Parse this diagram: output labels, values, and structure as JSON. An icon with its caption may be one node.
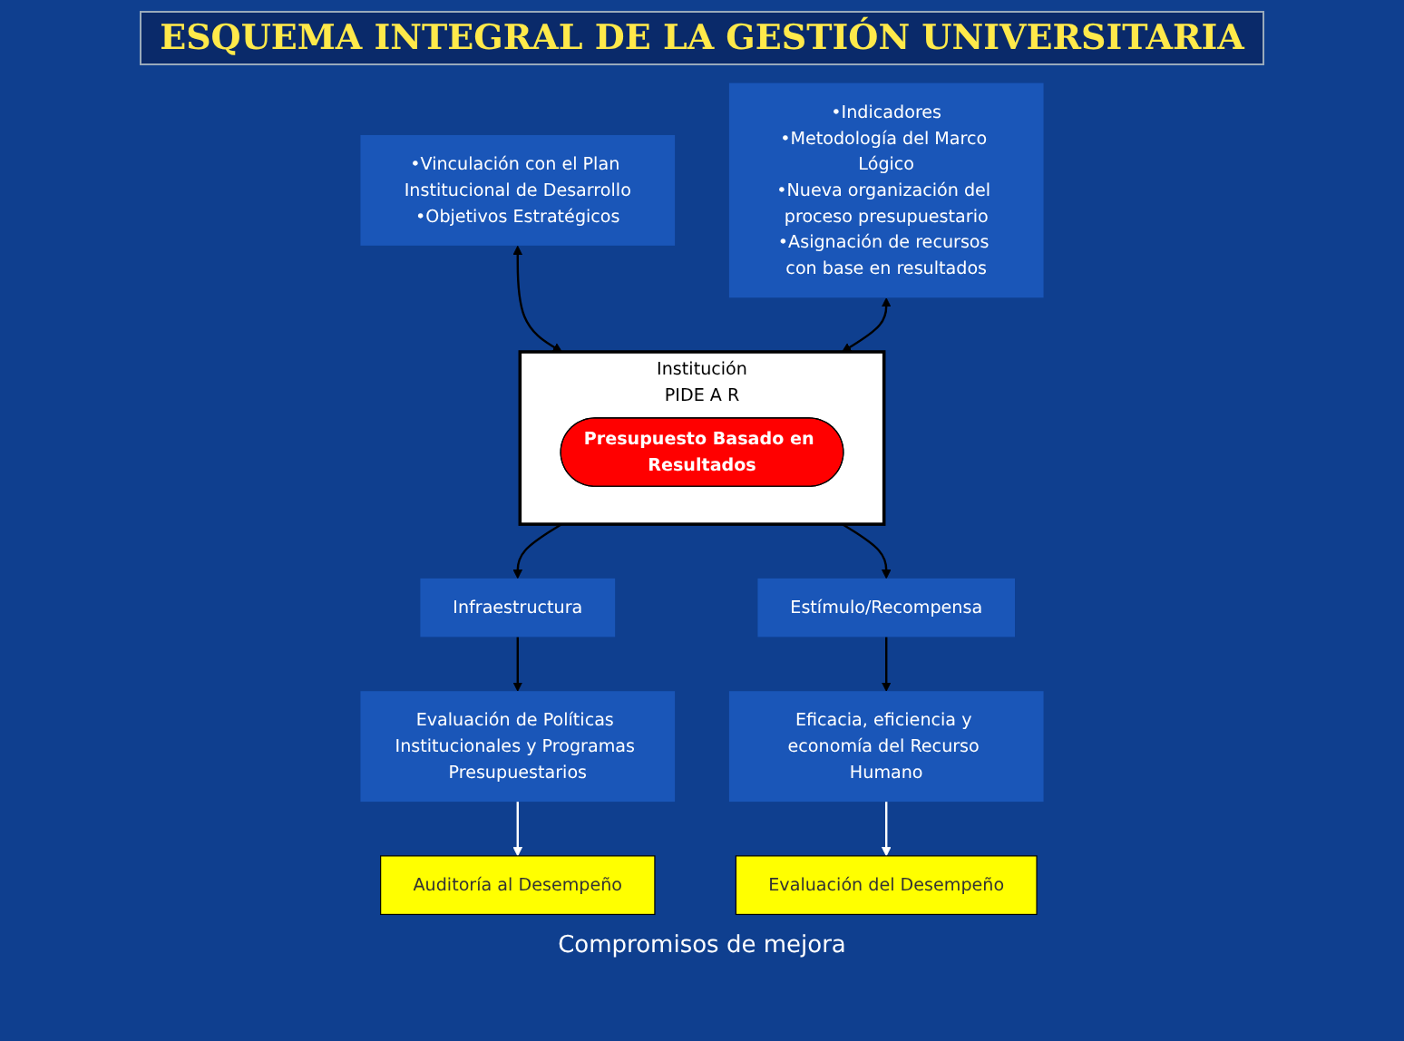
{
  "diagram": {
    "title": "ESQUEMA INTEGRAL DE LA GESTIÓN UNIVERSITARIA",
    "nodes": [
      {
        "text": [
          "•Vinculación con el Plan Institucional de Desarrollo",
          "•Objetivos Estratégicos"
        ]
      },
      {
        "text": [
          "Institución",
          "PIDE A R"
        ]
      },
      {
        "text": [
          "Presupuesto Basado en Resultados"
        ],
        "in": 1
      },
      {
        "text": [
          "•Indicadores",
          "•Metodología del Marco Lógico",
          "•Nueva organización del proceso presupuestario",
          "•Asignación de recursos con base en resultados"
        ]
      },
      {
        "text": [
          "Infraestructura"
        ]
      },
      {
        "text": [
          "Estímulo/Recompensa"
        ]
      },
      {
        "text": [
          "Auditoría al Desempeño"
        ]
      },
      {
        "text": [
          "Evaluación del Desempeño"
        ]
      },
      {
        "text": [
          "Evaluación de Políticas Institucionales y Programas Presupuestarios"
        ]
      },
      {
        "text": [
          "Eficacia, eficiencia y economía del Recurso Humano"
        ]
      }
    ],
    "edges": [
      {
        "from": 0,
        "to": 1,
        "arrow": "both"
      },
      {
        "from": 3,
        "to": 1,
        "arrow": "both"
      },
      {
        "from": 1,
        "to": 4,
        "arrow": "to"
      },
      {
        "from": 1,
        "to": 5,
        "arrow": "to"
      },
      {
        "from": 4,
        "to": 8,
        "arrow": "to"
      },
      {
        "from": 5,
        "to": 9,
        "arrow": "to"
      },
      {
        "from": 8,
        "to": 6,
        "arrow": "to",
        "color": "#ffffff"
      },
      {
        "from": 9,
        "to": 7,
        "arrow": "to",
        "color": "#ffffff"
      }
    ],
    "labels": [
      "Compromisos de mejora"
    ]
  }
}
